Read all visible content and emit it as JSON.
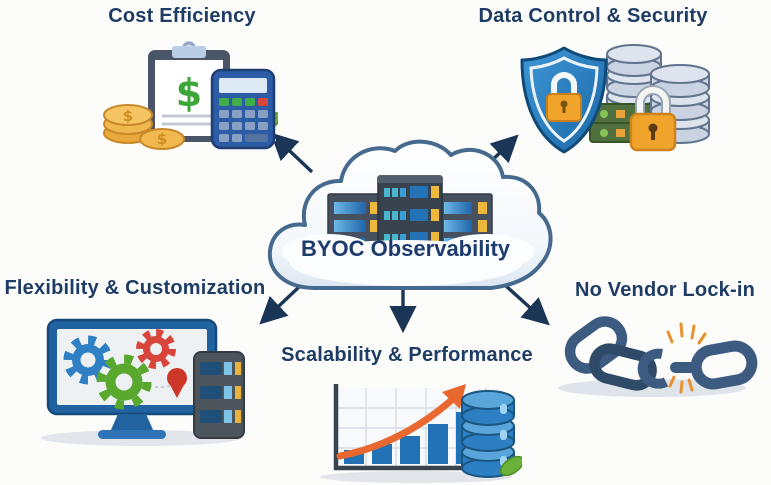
{
  "center": {
    "label": "BYOC Observability",
    "icon": "cloud-servers-icon"
  },
  "nodes": {
    "cost": {
      "label": "Cost Efficiency",
      "icon": "clipboard-calculator-coins-icon",
      "position": "top-left"
    },
    "security": {
      "label": "Data Control & Security",
      "icon": "shield-lock-databases-icon",
      "position": "top-right"
    },
    "flexibility": {
      "label": "Flexibility & Customization",
      "icon": "monitor-gears-server-icon",
      "position": "middle-left"
    },
    "scalability": {
      "label": "Scalability & Performance",
      "icon": "growth-chart-database-icon",
      "position": "bottom-center"
    },
    "vendor": {
      "label": "No Vendor Lock-in",
      "icon": "broken-chain-icon",
      "position": "middle-right"
    }
  },
  "arrows": [
    {
      "from": "center",
      "to": "cost",
      "direction": "up-left"
    },
    {
      "from": "center",
      "to": "security",
      "direction": "up-right"
    },
    {
      "from": "center",
      "to": "flexibility",
      "direction": "down-left"
    },
    {
      "from": "center",
      "to": "scalability",
      "direction": "down"
    },
    {
      "from": "center",
      "to": "vendor",
      "direction": "down-right"
    }
  ],
  "colors": {
    "background": "#fcfcfa",
    "label_text": "#1e3c64",
    "arrow": "#1b3556",
    "cloud_outline": "#46698e",
    "accent_blue": "#2272b5",
    "accent_orange": "#e8682f",
    "accent_yellow": "#f0a42c",
    "accent_green": "#58a82e",
    "accent_red": "#d8453a",
    "chain_blue": "#3d5a80"
  }
}
